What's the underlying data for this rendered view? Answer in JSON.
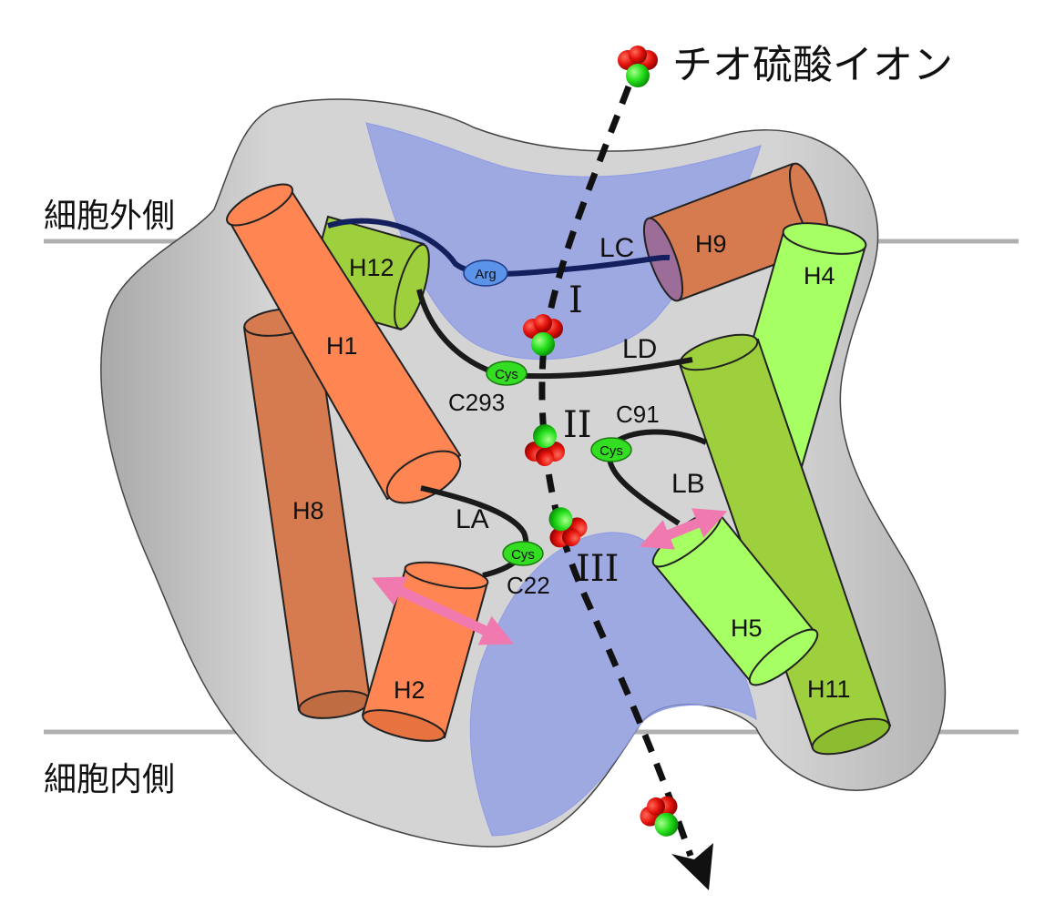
{
  "title": "チオ硫酸イオン",
  "membrane": {
    "outside_label": "細胞外側",
    "inside_label": "細胞内側"
  },
  "helices": {
    "h1": "H1",
    "h2": "H2",
    "h4": "H4",
    "h5": "H5",
    "h8": "H8",
    "h9": "H9",
    "h11": "H11",
    "h12": "H12"
  },
  "loops": {
    "la": "LA",
    "lb": "LB",
    "lc": "LC",
    "ld": "LD"
  },
  "residues": {
    "arg": "Arg",
    "cys": "Cys",
    "c293": "C293",
    "c91": "C91",
    "c22": "C22"
  },
  "sites": {
    "site1": "I",
    "site2": "II",
    "site3": "III"
  },
  "colors": {
    "protein_body": "#d2d2d2",
    "channel": "#8e9be6",
    "helix_orange": "#ff8552",
    "helix_brown": "#d67b4f",
    "helix_lime": "#a6ff63",
    "helix_olive": "#9ecf3c",
    "cys_green": "#33dd22",
    "arg_blue": "#5b93e8",
    "arrow_pink": "#f07ab0",
    "membrane_line": "#b0b0b0"
  }
}
